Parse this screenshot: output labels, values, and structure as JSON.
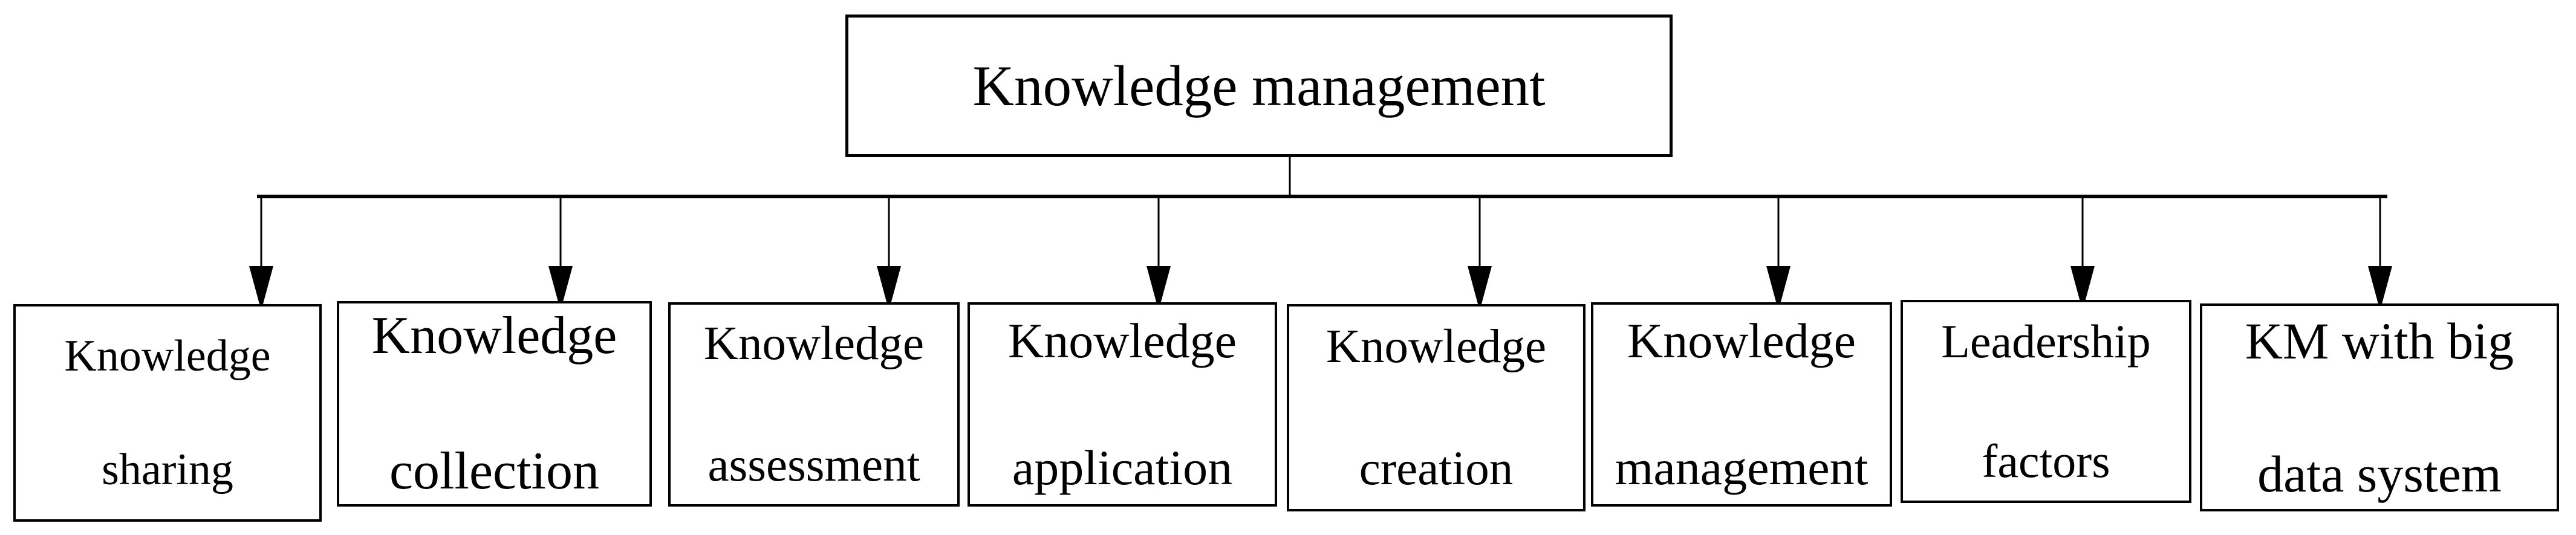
{
  "diagram": {
    "type": "tree",
    "root": {
      "label": "Knowledge management"
    },
    "children": [
      {
        "line1": "Knowledge",
        "line2": "sharing"
      },
      {
        "line1": "Knowledge",
        "line2": "collection"
      },
      {
        "line1": "Knowledge",
        "line2": "assessment"
      },
      {
        "line1": "Knowledge",
        "line2": "application"
      },
      {
        "line1": "Knowledge",
        "line2": "creation"
      },
      {
        "line1": "Knowledge",
        "line2": "management"
      },
      {
        "line1": "Leadership",
        "line2": "factors"
      },
      {
        "line1": "KM with big",
        "line2": "data system"
      }
    ],
    "colors": {
      "line": "#000000",
      "text": "#000000",
      "background": "#ffffff"
    }
  }
}
